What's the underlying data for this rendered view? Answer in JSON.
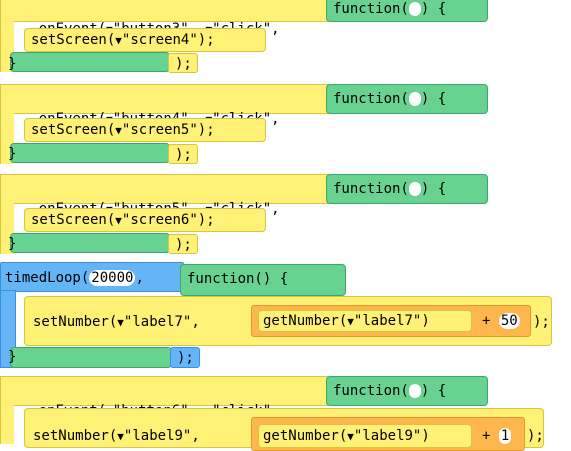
{
  "blocks": [
    {
      "header_prefix": "onEvent(",
      "id_arg": "\"button3\"",
      "event_arg": "\"click\"",
      "func_label": "function(",
      "func_suffix": ") {",
      "inner_call": "setScreen(",
      "inner_arg": "\"screen4\"",
      "inner_close": ");",
      "close_brace": "}",
      "close_paren": ");"
    },
    {
      "header_prefix": "onEvent(",
      "id_arg": "\"button4\"",
      "event_arg": "\"click\"",
      "func_label": "function(",
      "func_suffix": ") {",
      "inner_call": "setScreen(",
      "inner_arg": "\"screen5\"",
      "inner_close": ");",
      "close_brace": "}",
      "close_paren": ");"
    },
    {
      "header_prefix": "onEvent(",
      "id_arg": "\"button5\"",
      "event_arg": "\"click\"",
      "func_label": "function(",
      "func_suffix": ") {",
      "inner_call": "setScreen(",
      "inner_arg": "\"screen6\"",
      "inner_close": ");",
      "close_brace": "}",
      "close_paren": ");"
    }
  ],
  "timed": {
    "prefix": "timedLoop(",
    "interval": "20000",
    "sep": ",",
    "func": "function() {",
    "call": "setNumber(",
    "arg": "\"label7\"",
    "comma": ",",
    "inner_call": "getNumber(",
    "inner_arg": "\"label7\"",
    "inner_close": ")",
    "plus": "+",
    "number": "50",
    "close": ");",
    "close_brace": "}",
    "close_paren": ");"
  },
  "last": {
    "header_prefix": "onEvent(",
    "id_arg": "\"button6\"",
    "event_arg": "\"click\"",
    "func_label": "function(",
    "func_suffix": ") {",
    "call": "setNumber(",
    "arg": "\"label9\"",
    "comma": ",",
    "inner_call": "getNumber(",
    "inner_arg": "\"label9\"",
    "inner_close": ")",
    "plus": "+",
    "number": "1",
    "close": ");"
  },
  "symbols": {
    "dropdown": "▼",
    "comma": ","
  },
  "colors": {
    "event": "#fff176",
    "function": "#68d391",
    "loop": "#64b5f6",
    "number": "#ffb74d"
  }
}
